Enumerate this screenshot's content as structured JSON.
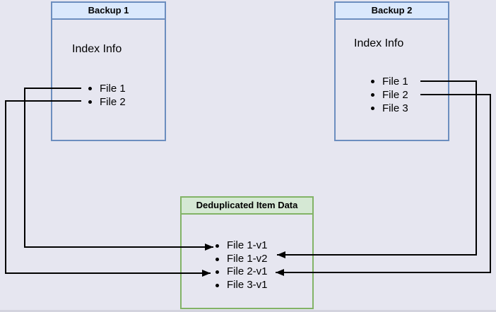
{
  "diagram": {
    "backup1": {
      "title": "Backup 1",
      "section_label": "Index Info",
      "files": [
        "File 1",
        "File 2"
      ]
    },
    "backup2": {
      "title": "Backup 2",
      "section_label": "Index Info",
      "files": [
        "File 1",
        "File 2",
        "File 3"
      ]
    },
    "dedup": {
      "title": "Deduplicated Item Data",
      "items": [
        "File 1-v1",
        "File 1-v2",
        "File 2-v1",
        "File 3-v1"
      ]
    },
    "connections": [
      {
        "from": "Backup 1 / File 1",
        "to": "File 1-v1"
      },
      {
        "from": "Backup 1 / File 2",
        "to": "File 2-v1"
      },
      {
        "from": "Backup 2 / File 1",
        "to": "File 1-v2"
      },
      {
        "from": "Backup 2 / File 2",
        "to": "File 2-v1"
      }
    ],
    "colors": {
      "canvas_bg": "#e6e6f0",
      "blue_box_border": "#6c8ebf",
      "blue_box_header_fill": "#dae8fc",
      "green_box_border": "#82b366",
      "green_box_header_fill": "#d5e8d4",
      "connector": "#000000"
    }
  }
}
